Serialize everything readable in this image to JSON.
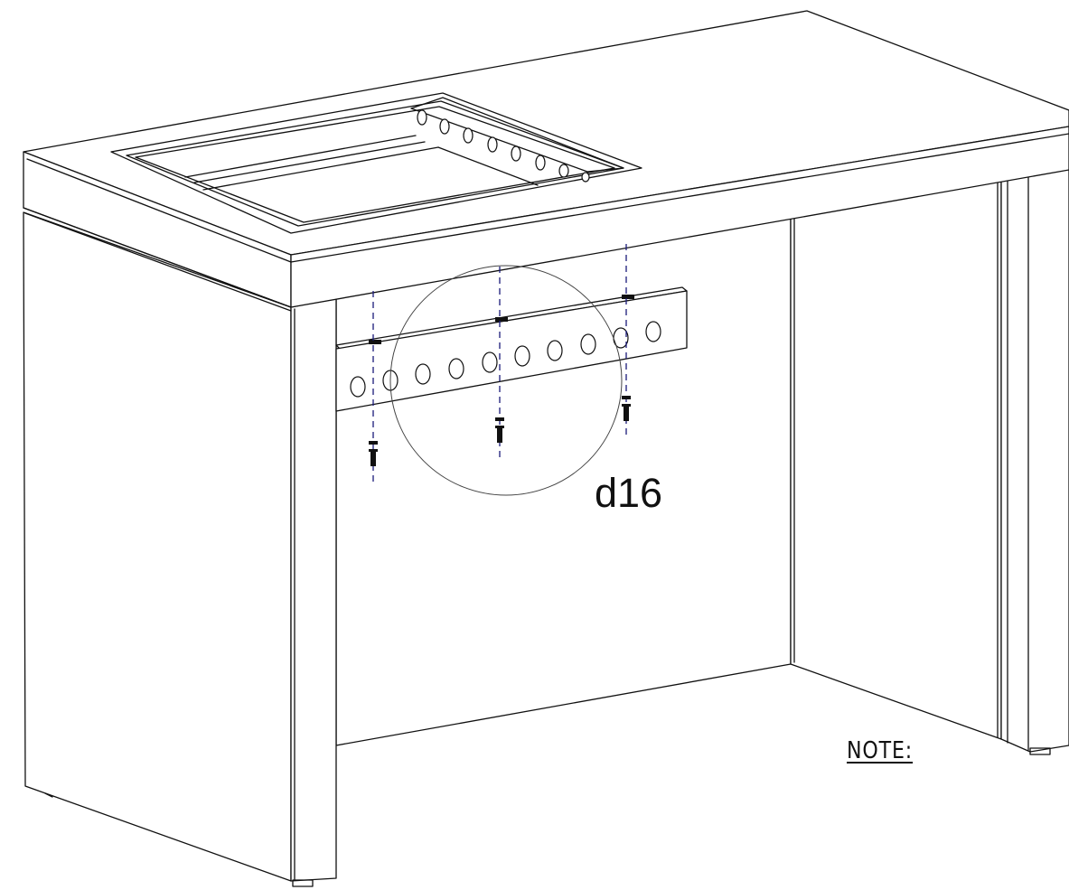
{
  "callout": {
    "label": "d16"
  },
  "note": {
    "label": "NOTE:"
  },
  "colors": {
    "line": "#111111",
    "dashed_axis": "#1a1a7a",
    "background": "#ffffff"
  },
  "counts": {
    "rail_holes": 10,
    "screws": 3,
    "inner_rail_holes": 8
  }
}
